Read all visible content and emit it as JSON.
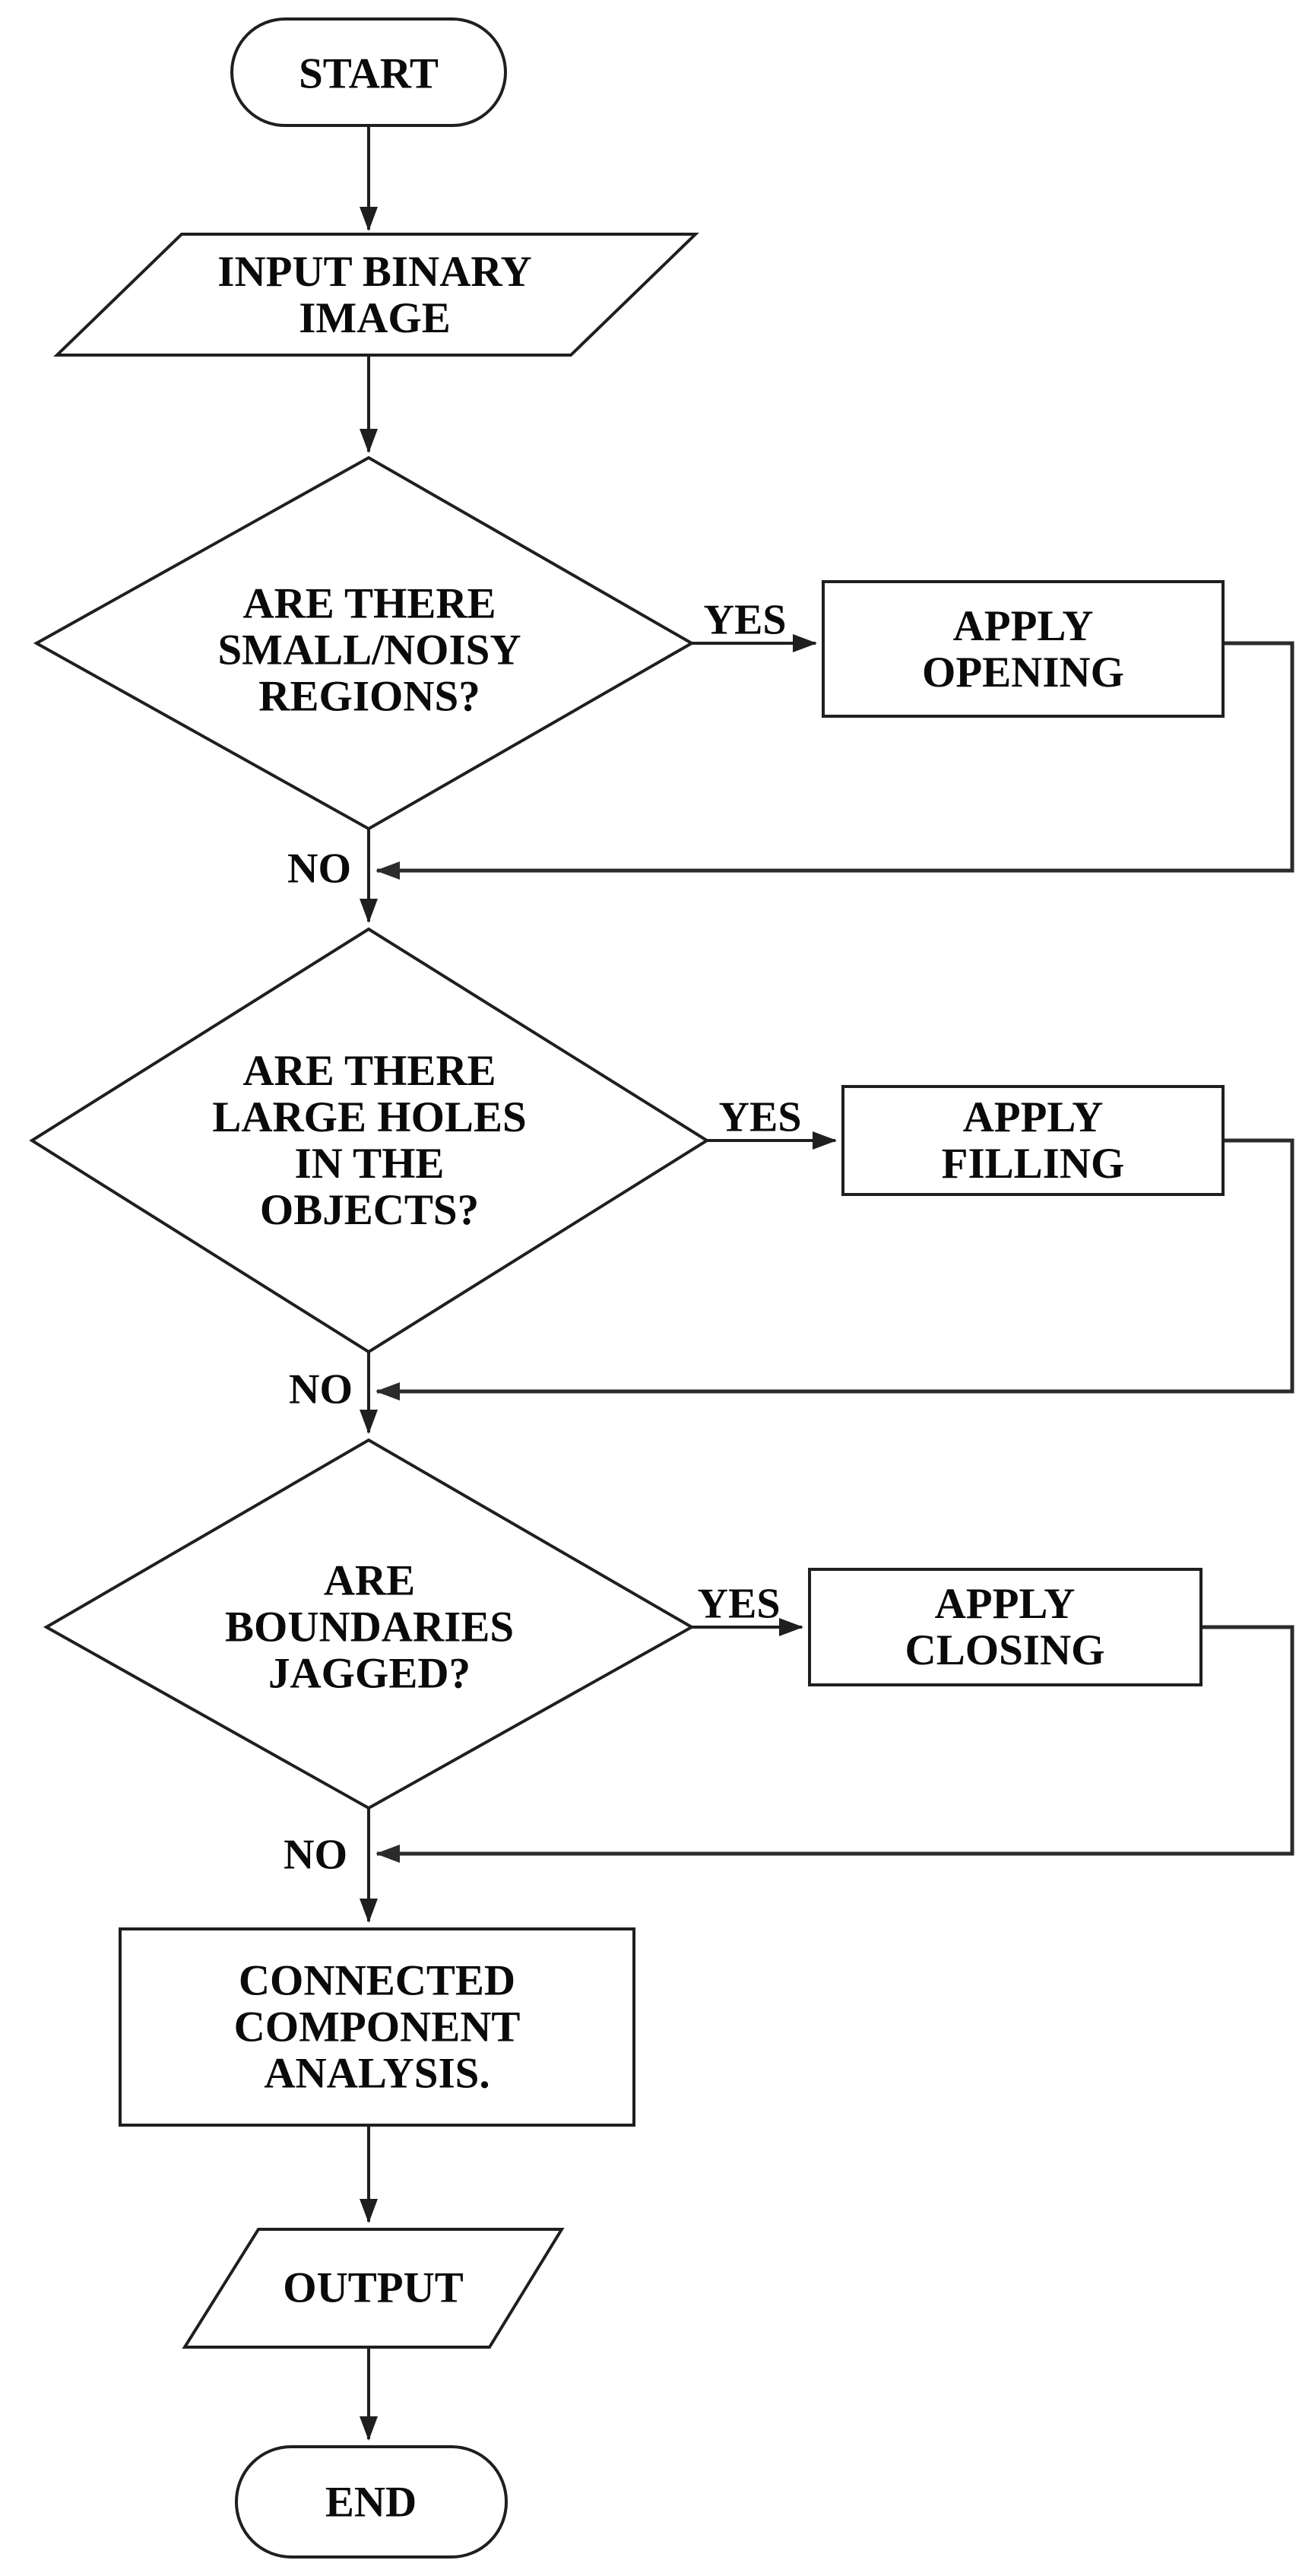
{
  "diagram": {
    "background": "#ffffff",
    "stroke_color": "#1f1f1f",
    "feedback_stroke_color": "#2b2b2b",
    "text_color": "#0a0a0a",
    "nodes": {
      "start": {
        "type": "terminator",
        "label": "START"
      },
      "input_binary_image": {
        "type": "input-output",
        "label": "INPUT BINARY\nIMAGE"
      },
      "small_noisy_regions": {
        "type": "decision",
        "label": "ARE THERE\nSMALL/NOISY\nREGIONS?"
      },
      "apply_opening": {
        "type": "process",
        "label": "APPLY OPENING"
      },
      "large_holes": {
        "type": "decision",
        "label": "ARE THERE\nLARGE HOLES\nIN THE\nOBJECTS?"
      },
      "apply_filling": {
        "type": "process",
        "label": "APPLY FILLING"
      },
      "jagged_boundaries": {
        "type": "decision",
        "label": "ARE\nBOUNDARIES\nJAGGED?"
      },
      "apply_closing": {
        "type": "process",
        "label": "APPLY CLOSING"
      },
      "connected_component_analysis": {
        "type": "process",
        "label": "CONNECTED\nCOMPONENT\nANALYSIS."
      },
      "output": {
        "type": "input-output",
        "label": "OUTPUT"
      },
      "end": {
        "type": "terminator",
        "label": "END"
      }
    },
    "branch_labels": {
      "yes_1": "YES",
      "no_1": "NO",
      "yes_2": "YES",
      "no_2": "NO",
      "yes_3": "YES",
      "no_3": "NO"
    }
  }
}
